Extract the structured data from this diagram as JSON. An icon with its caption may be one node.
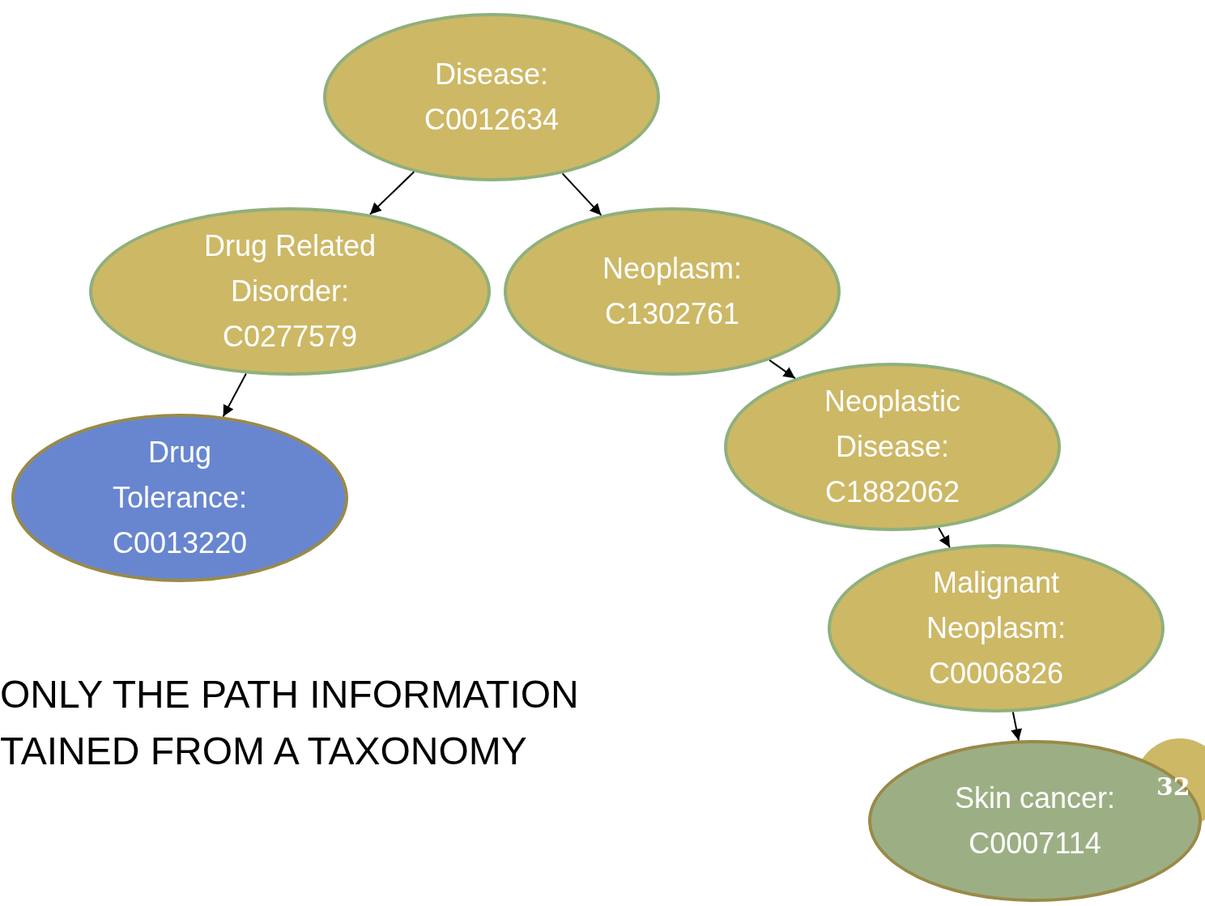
{
  "diagram": {
    "nodes": [
      {
        "text": [
          "Disease: C0012634"
        ]
      },
      {
        "text": [
          "Drug Related Disorder: C0277579"
        ]
      },
      {
        "text": [
          "Neoplasm: C1302761"
        ]
      },
      {
        "text": [
          "Drug Tolerance: C0013220"
        ]
      },
      {
        "text": [
          "Neoplastic Disease: C1882062"
        ]
      },
      {
        "text": [
          "Malignant Neoplasm: C0006826"
        ]
      },
      {
        "text": [
          "Skin cancer: C0007114"
        ]
      }
    ],
    "edges": [
      {
        "from": 0,
        "to": 1,
        "arrow": "to"
      },
      {
        "from": 0,
        "to": 2,
        "arrow": "to"
      },
      {
        "from": 1,
        "to": 3,
        "arrow": "to"
      },
      {
        "from": 2,
        "to": 4,
        "arrow": "to"
      },
      {
        "from": 4,
        "to": 5,
        "arrow": "to"
      },
      {
        "from": 5,
        "to": 6,
        "arrow": "to"
      }
    ],
    "labels": [
      "ONLY THE PATH INFORMATION",
      "TAINED FROM A TAXONOMY",
      "32"
    ]
  }
}
